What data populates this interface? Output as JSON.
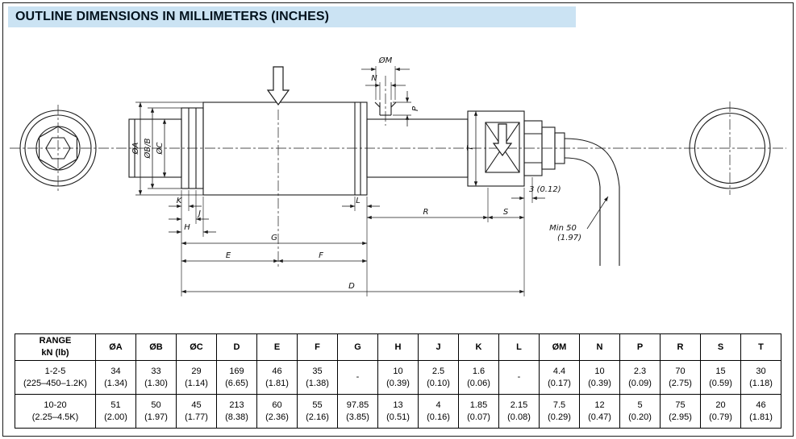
{
  "header": {
    "title": "OUTLINE DIMENSIONS IN MILLIMETERS (INCHES)"
  },
  "drawing": {
    "labels": {
      "dia_a": "ØA",
      "dia_b": "ØB/B",
      "dia_c": "ØC",
      "dia_m": "ØM",
      "n": "N",
      "p": "P",
      "t": "T",
      "k": "K",
      "j": "J",
      "h": "H",
      "g": "G",
      "e": "E",
      "f": "F",
      "d": "D",
      "l": "L",
      "r": "R",
      "s": "S",
      "offset": "3 (0.12)",
      "min_bend_line1": "Min 50",
      "min_bend_line2": "(1.97)"
    }
  },
  "table": {
    "header": {
      "range_line1": "RANGE",
      "range_line2": "kN (lb)",
      "cols": [
        "ØA",
        "ØB",
        "ØC",
        "D",
        "E",
        "F",
        "G",
        "H",
        "J",
        "K",
        "L",
        "ØM",
        "N",
        "P",
        "R",
        "S",
        "T"
      ]
    },
    "rows": [
      {
        "range_line1": "1-2-5",
        "range_line2": "(225–450–1.2K)",
        "values": [
          [
            "34",
            "(1.34)"
          ],
          [
            "33",
            "(1.30)"
          ],
          [
            "29",
            "(1.14)"
          ],
          [
            "169",
            "(6.65)"
          ],
          [
            "46",
            "(1.81)"
          ],
          [
            "35",
            "(1.38)"
          ],
          [
            "-",
            ""
          ],
          [
            "10",
            "(0.39)"
          ],
          [
            "2.5",
            "(0.10)"
          ],
          [
            "1.6",
            "(0.06)"
          ],
          [
            "-",
            ""
          ],
          [
            "4.4",
            "(0.17)"
          ],
          [
            "10",
            "(0.39)"
          ],
          [
            "2.3",
            "(0.09)"
          ],
          [
            "70",
            "(2.75)"
          ],
          [
            "15",
            "(0.59)"
          ],
          [
            "30",
            "(1.18)"
          ]
        ]
      },
      {
        "range_line1": "10-20",
        "range_line2": "(2.25–4.5K)",
        "values": [
          [
            "51",
            "(2.00)"
          ],
          [
            "50",
            "(1.97)"
          ],
          [
            "45",
            "(1.77)"
          ],
          [
            "213",
            "(8.38)"
          ],
          [
            "60",
            "(2.36)"
          ],
          [
            "55",
            "(2.16)"
          ],
          [
            "97.85",
            "(3.85)"
          ],
          [
            "13",
            "(0.51)"
          ],
          [
            "4",
            "(0.16)"
          ],
          [
            "1.85",
            "(0.07)"
          ],
          [
            "2.15",
            "(0.08)"
          ],
          [
            "7.5",
            "(0.29)"
          ],
          [
            "12",
            "(0.47)"
          ],
          [
            "5",
            "(0.20)"
          ],
          [
            "75",
            "(2.95)"
          ],
          [
            "20",
            "(0.79)"
          ],
          [
            "46",
            "(1.81)"
          ]
        ]
      }
    ]
  }
}
